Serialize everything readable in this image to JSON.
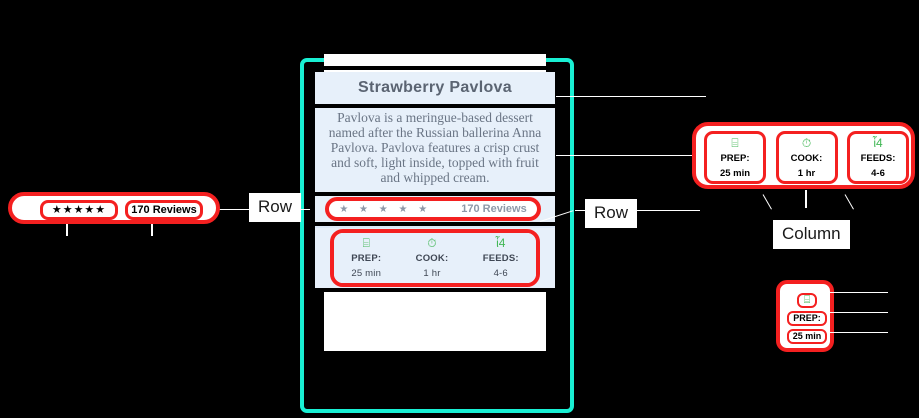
{
  "recipe": {
    "title": "Strawberry Pavlova",
    "description": "Pavlova is a meringue-based dessert named after the Russian ballerina Anna Pavlova. Pavlova features a crisp crust and soft, light inside, topped with fruit and whipped cream.",
    "rating": {
      "stars": "★ ★ ★ ★ ★",
      "star_count": 5,
      "reviews_label": "170 Reviews"
    },
    "stats": [
      {
        "icon": "fridge-icon",
        "glyph": "⌸",
        "label": "PREP:",
        "value": "25 min"
      },
      {
        "icon": "timer-icon",
        "glyph": "⏱",
        "label": "COOK:",
        "value": "1 hr"
      },
      {
        "icon": "cutlery-icon",
        "glyph": "ἷ4",
        "label": "FEEDS:",
        "value": "4-6"
      }
    ]
  },
  "annotations": {
    "row_left_label": "Row",
    "row_right_label": "Row",
    "column_label": "Column"
  },
  "left_panel": {
    "stars": "★★★★★",
    "reviews_label": "170 Reviews"
  },
  "right_panel": {
    "columns": [
      {
        "icon": "fridge-icon",
        "glyph": "⌸",
        "label": "PREP:",
        "value": "25 min"
      },
      {
        "icon": "timer-icon",
        "glyph": "⏱",
        "label": "COOK:",
        "value": "1 hr"
      },
      {
        "icon": "cutlery-icon",
        "glyph": "ἷ4",
        "label": "FEEDS:",
        "value": "4-6"
      }
    ]
  },
  "single_column_panel": {
    "icon": "fridge-icon",
    "glyph": "⌸",
    "label": "PREP:",
    "value": "25 min"
  },
  "colors": {
    "background": "#000000",
    "highlight": "#f42020",
    "device_frame": "#19f0d4",
    "card_band": "#dce8f7",
    "card_row": "#e7f0fa",
    "title_text": "#5b6472",
    "body_text": "#6a7585",
    "icon_green": "#41b755"
  }
}
